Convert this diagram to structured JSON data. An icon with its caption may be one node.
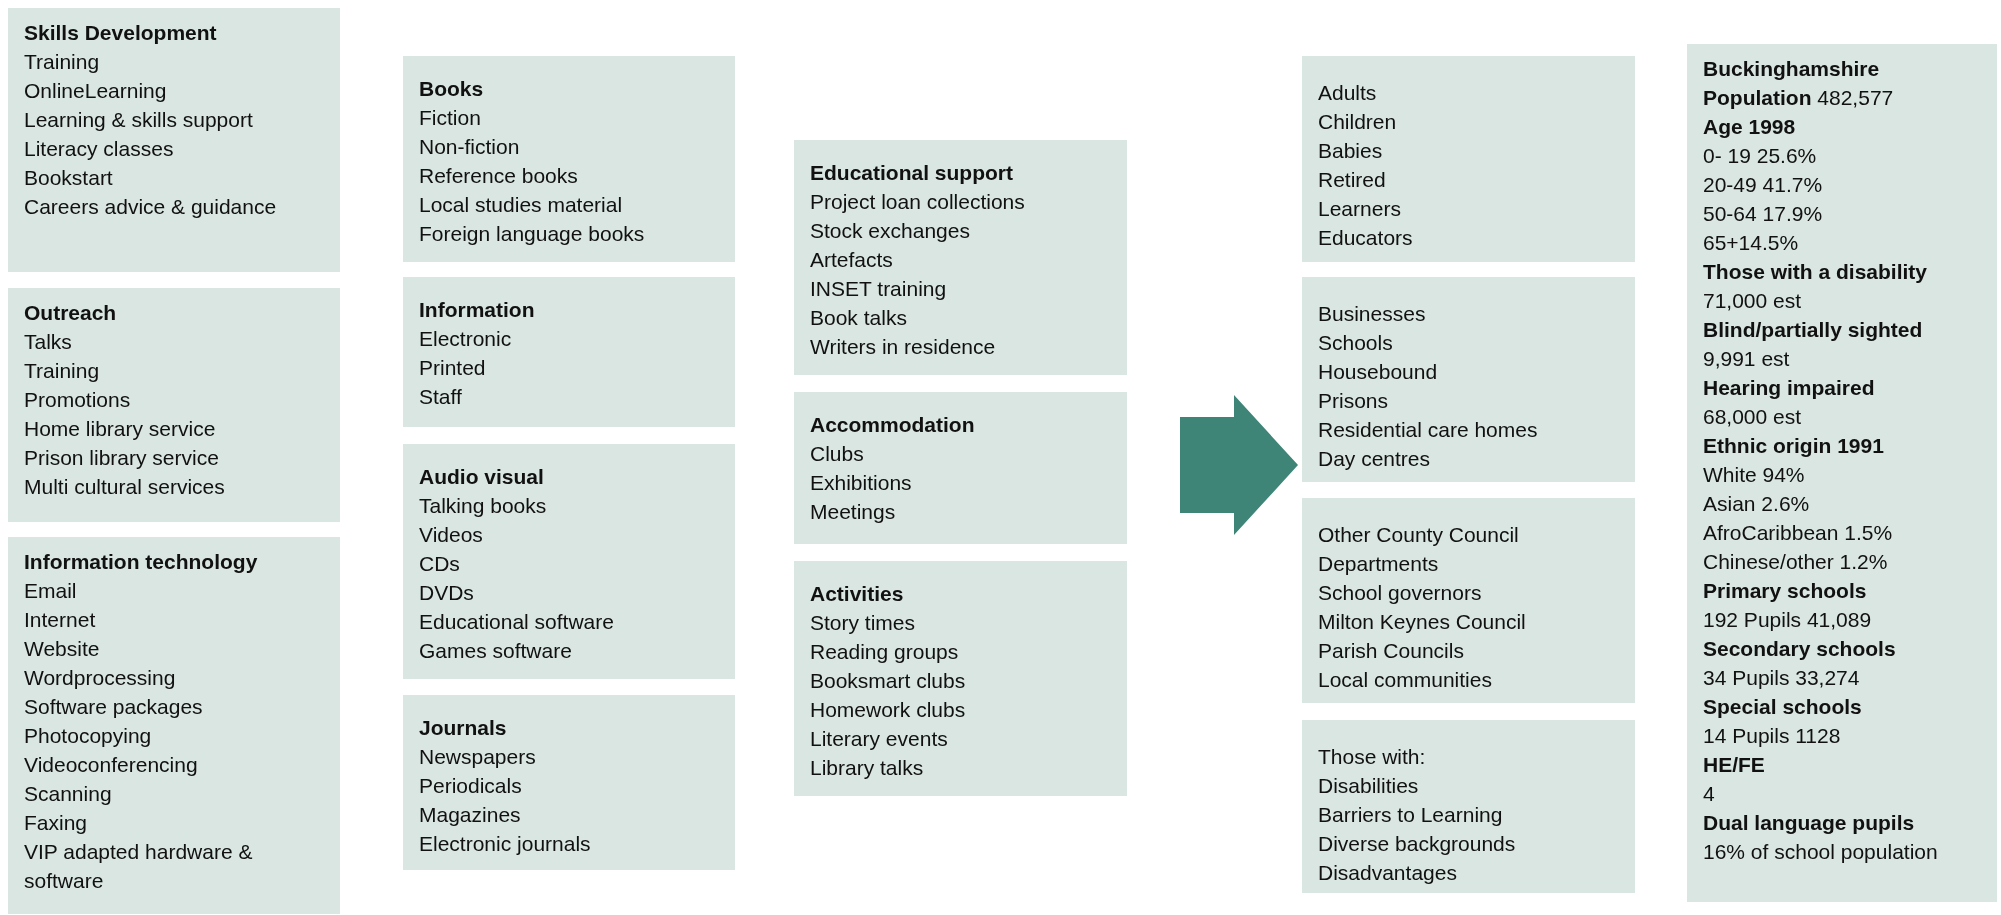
{
  "diagram": {
    "nodes": [
      {
        "text": [
          "Skills Development",
          "Training",
          "OnlineLearning",
          "Learning & skills support",
          "Literacy classes",
          "Bookstart",
          "Careers advice & guidance"
        ]
      },
      {
        "text": [
          "Outreach",
          "Talks",
          "Training",
          "Promotions",
          "Home library service",
          "Prison library service",
          "Multi cultural services"
        ]
      },
      {
        "text": [
          "Information technology",
          "Email",
          "Internet",
          "Website",
          "Wordprocessing",
          "Software packages",
          "Photocopying",
          "Videoconferencing",
          "Scanning",
          "Faxing",
          "VIP adapted hardware & software"
        ]
      },
      {
        "text": [
          "Books",
          "Fiction",
          "Non-fiction",
          "Reference books",
          "Local studies material",
          "Foreign language books"
        ]
      },
      {
        "text": [
          "Information",
          "Electronic",
          "Printed",
          "Staff"
        ]
      },
      {
        "text": [
          "Audio visual",
          "Talking books",
          "Videos",
          "CDs",
          "DVDs",
          "Educational software",
          "Games software"
        ]
      },
      {
        "text": [
          "Journals",
          "Newspapers",
          "Periodicals",
          "Magazines",
          "Electronic journals"
        ]
      },
      {
        "text": [
          "Educational support",
          "Project loan collections",
          "Stock exchanges",
          "Artefacts",
          "INSET training",
          "Book talks",
          "Writers in residence"
        ]
      },
      {
        "text": [
          "Accommodation",
          "Clubs",
          "Exhibitions",
          "Meetings"
        ]
      },
      {
        "text": [
          "Activities",
          "Story times",
          "Reading groups",
          "Booksmart clubs",
          "Homework clubs",
          "Literary events",
          "Library talks"
        ]
      },
      {
        "text": [
          "Adults",
          "Children",
          "Babies",
          "Retired",
          "Learners",
          "Educators"
        ]
      },
      {
        "text": [
          "Businesses",
          "Schools",
          "Housebound",
          "Prisons",
          "Residential care homes",
          "Day centres"
        ]
      },
      {
        "text": [
          "Other County Council Departments",
          "School governors",
          "Milton Keynes Council",
          "Parish Councils",
          "Local communities"
        ]
      },
      {
        "text": [
          "Those with:",
          "Disabilities",
          "Barriers to Learning",
          "Diverse backgrounds",
          "Disadvantages"
        ]
      },
      {
        "text": [
          "**Buckinghamshire Population** 482,577",
          "Age 1998",
          "0- 19 25.6%",
          "20-49 41.7%",
          "50-64 17.9%",
          "65+14.5%",
          "Those with a disability",
          "71,000 est",
          "Blind/partially sighted",
          "9,991 est",
          "Hearing impaired",
          "68,000 est",
          "Ethnic origin 1991",
          "White 94%",
          "Asian 2.6%",
          "AfroCaribbean 1.5%",
          "Chinese/other 1.2%",
          "Primary schools",
          "192 Pupils 41,089",
          "Secondary schools",
          "34 Pupils 33,274",
          "Special schools",
          "14 Pupils 1128",
          "HE/FE",
          "4",
          "Dual language pupils",
          "16% of school population"
        ]
      }
    ],
    "edges": [
      {
        "from": null,
        "to": 11,
        "arrow": "to"
      }
    ]
  }
}
